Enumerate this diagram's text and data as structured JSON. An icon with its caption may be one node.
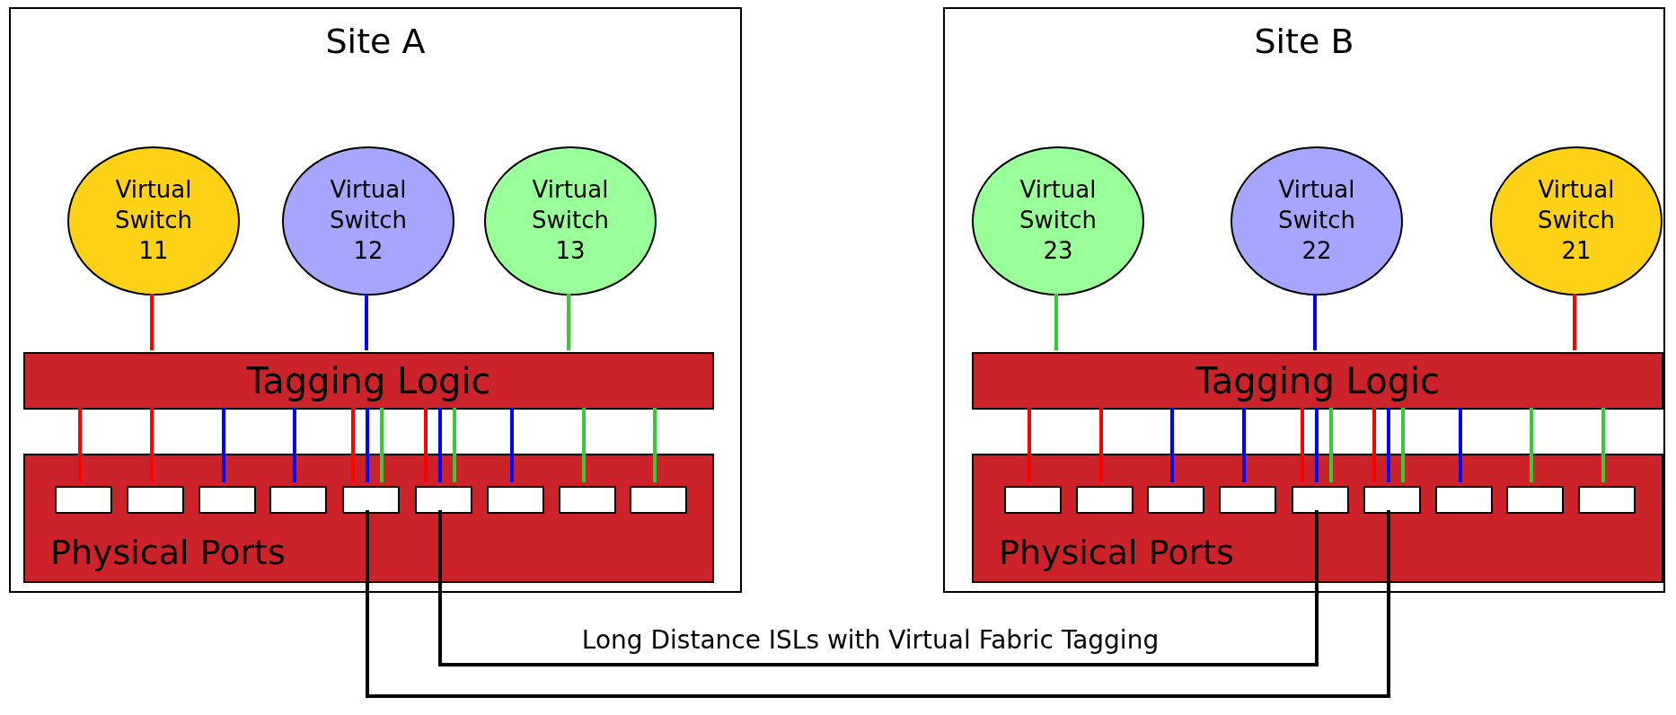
{
  "diagram": {
    "nodes": [
      {
        "text": [
          "Site A"
        ]
      },
      {
        "text": [
          "Virtual Switch 11"
        ],
        "in": 0
      },
      {
        "text": [
          "Virtual Switch 12"
        ],
        "in": 0
      },
      {
        "text": [
          "Virtual Switch 13"
        ],
        "in": 0
      },
      {
        "text": [
          "Tagging Logic"
        ],
        "in": 0
      },
      {
        "text": [
          "Physical Ports"
        ],
        "in": 0
      },
      {
        "text": [],
        "shape": "box",
        "in": 5
      },
      {
        "text": [],
        "shape": "box",
        "in": 5
      },
      {
        "text": [],
        "shape": "box",
        "in": 5
      },
      {
        "text": [],
        "shape": "box",
        "in": 5
      },
      {
        "text": [],
        "shape": "box",
        "in": 5
      },
      {
        "text": [],
        "shape": "box",
        "in": 5
      },
      {
        "text": [],
        "shape": "box",
        "in": 5
      },
      {
        "text": [],
        "shape": "box",
        "in": 5
      },
      {
        "text": [],
        "shape": "box",
        "in": 5
      },
      {
        "text": [
          "Site B"
        ]
      },
      {
        "text": [
          "Virtual Switch 23"
        ],
        "in": 15
      },
      {
        "text": [
          "Virtual Switch 22"
        ],
        "in": 15
      },
      {
        "text": [
          "Virtual Switch 21"
        ],
        "in": 15
      },
      {
        "text": [
          "Tagging Logic"
        ],
        "in": 15
      },
      {
        "text": [
          "Physical Ports"
        ],
        "in": 15
      },
      {
        "text": [],
        "shape": "box",
        "in": 20
      },
      {
        "text": [],
        "shape": "box",
        "in": 20
      },
      {
        "text": [],
        "shape": "box",
        "in": 20
      },
      {
        "text": [],
        "shape": "box",
        "in": 20
      },
      {
        "text": [],
        "shape": "box",
        "in": 20
      },
      {
        "text": [],
        "shape": "box",
        "in": 20
      },
      {
        "text": [],
        "shape": "box",
        "in": 20
      },
      {
        "text": [],
        "shape": "box",
        "in": 20
      },
      {
        "text": [],
        "shape": "box",
        "in": 20
      }
    ],
    "edges": [
      {
        "from": 1,
        "to": 4,
        "arrow": "none",
        "color": "#ff0000"
      },
      {
        "from": 2,
        "to": 4,
        "arrow": "none",
        "color": "#0000ff"
      },
      {
        "from": 3,
        "to": 4,
        "arrow": "none",
        "color": "#33cc33"
      },
      {
        "from": 4,
        "to": 6,
        "arrow": "none",
        "color": "#ff0000"
      },
      {
        "from": 4,
        "to": 7,
        "arrow": "none",
        "color": "#ff0000"
      },
      {
        "from": 4,
        "to": 8,
        "arrow": "none",
        "color": "#0000ff"
      },
      {
        "from": 4,
        "to": 9,
        "arrow": "none",
        "color": "#0000ff"
      },
      {
        "from": 4,
        "to": 10,
        "arrow": "none",
        "color": "#ff0000"
      },
      {
        "from": 4,
        "to": 10,
        "arrow": "none",
        "color": "#0000ff"
      },
      {
        "from": 4,
        "to": 10,
        "arrow": "none",
        "color": "#33cc33"
      },
      {
        "from": 4,
        "to": 11,
        "arrow": "none",
        "color": "#ff0000"
      },
      {
        "from": 4,
        "to": 11,
        "arrow": "none",
        "color": "#0000ff"
      },
      {
        "from": 4,
        "to": 11,
        "arrow": "none",
        "color": "#33cc33"
      },
      {
        "from": 4,
        "to": 12,
        "arrow": "none",
        "color": "#0000ff"
      },
      {
        "from": 4,
        "to": 13,
        "arrow": "none",
        "color": "#33cc33"
      },
      {
        "from": 4,
        "to": 14,
        "arrow": "none",
        "color": "#33cc33"
      },
      {
        "from": 16,
        "to": 19,
        "arrow": "none",
        "color": "#33cc33"
      },
      {
        "from": 17,
        "to": 19,
        "arrow": "none",
        "color": "#0000ff"
      },
      {
        "from": 18,
        "to": 19,
        "arrow": "none",
        "color": "#ff0000"
      },
      {
        "from": 19,
        "to": 21,
        "arrow": "none",
        "color": "#ff0000"
      },
      {
        "from": 19,
        "to": 22,
        "arrow": "none",
        "color": "#ff0000"
      },
      {
        "from": 19,
        "to": 23,
        "arrow": "none",
        "color": "#0000ff"
      },
      {
        "from": 19,
        "to": 24,
        "arrow": "none",
        "color": "#0000ff"
      },
      {
        "from": 19,
        "to": 25,
        "arrow": "none",
        "color": "#ff0000"
      },
      {
        "from": 19,
        "to": 25,
        "arrow": "none",
        "color": "#0000ff"
      },
      {
        "from": 19,
        "to": 25,
        "arrow": "none",
        "color": "#33cc33"
      },
      {
        "from": 19,
        "to": 26,
        "arrow": "none",
        "color": "#ff0000"
      },
      {
        "from": 19,
        "to": 26,
        "arrow": "none",
        "color": "#0000ff"
      },
      {
        "from": 19,
        "to": 26,
        "arrow": "none",
        "color": "#33cc33"
      },
      {
        "from": 19,
        "to": 27,
        "arrow": "none",
        "color": "#0000ff"
      },
      {
        "from": 19,
        "to": 28,
        "arrow": "none",
        "color": "#33cc33"
      },
      {
        "from": 19,
        "to": 29,
        "arrow": "none",
        "color": "#33cc33"
      },
      {
        "from": 10,
        "to": 26,
        "arrow": "none",
        "color": "#000000"
      },
      {
        "from": 11,
        "to": 25,
        "arrow": "none",
        "color": "#000000"
      }
    ],
    "labels": [
      "Long Distance ISLs with Virtual Fabric Tagging"
    ]
  }
}
